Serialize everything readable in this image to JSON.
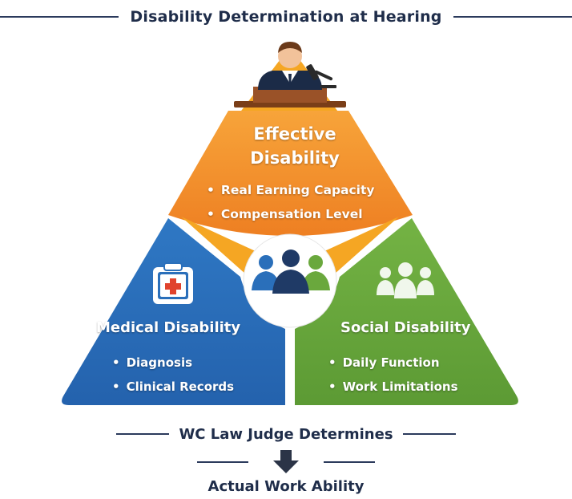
{
  "title": "Disability Determination at Hearing",
  "top_section": {
    "title_lines": [
      "Effective",
      "Disability"
    ],
    "bullets": [
      "Real Earning Capacity",
      "Compensation Level"
    ],
    "color": "#f08424"
  },
  "left_section": {
    "title": "Medical Disability",
    "bullets": [
      "Diagnosis",
      "Clinical Records"
    ],
    "color": "#2a6fba"
  },
  "right_section": {
    "title": "Social Disability",
    "bullets": [
      "Daily Function",
      "Work Limitations"
    ],
    "color": "#6aa83d"
  },
  "accent_color": "#f5a623",
  "footer": {
    "determiner": "WC Law Judge Determines",
    "result": "Actual Work Ability"
  },
  "icons": [
    "judge-icon",
    "podium-icon",
    "gavel-icon",
    "medical-clipboard-icon",
    "group-icon",
    "people-icon",
    "down-arrow-icon"
  ]
}
